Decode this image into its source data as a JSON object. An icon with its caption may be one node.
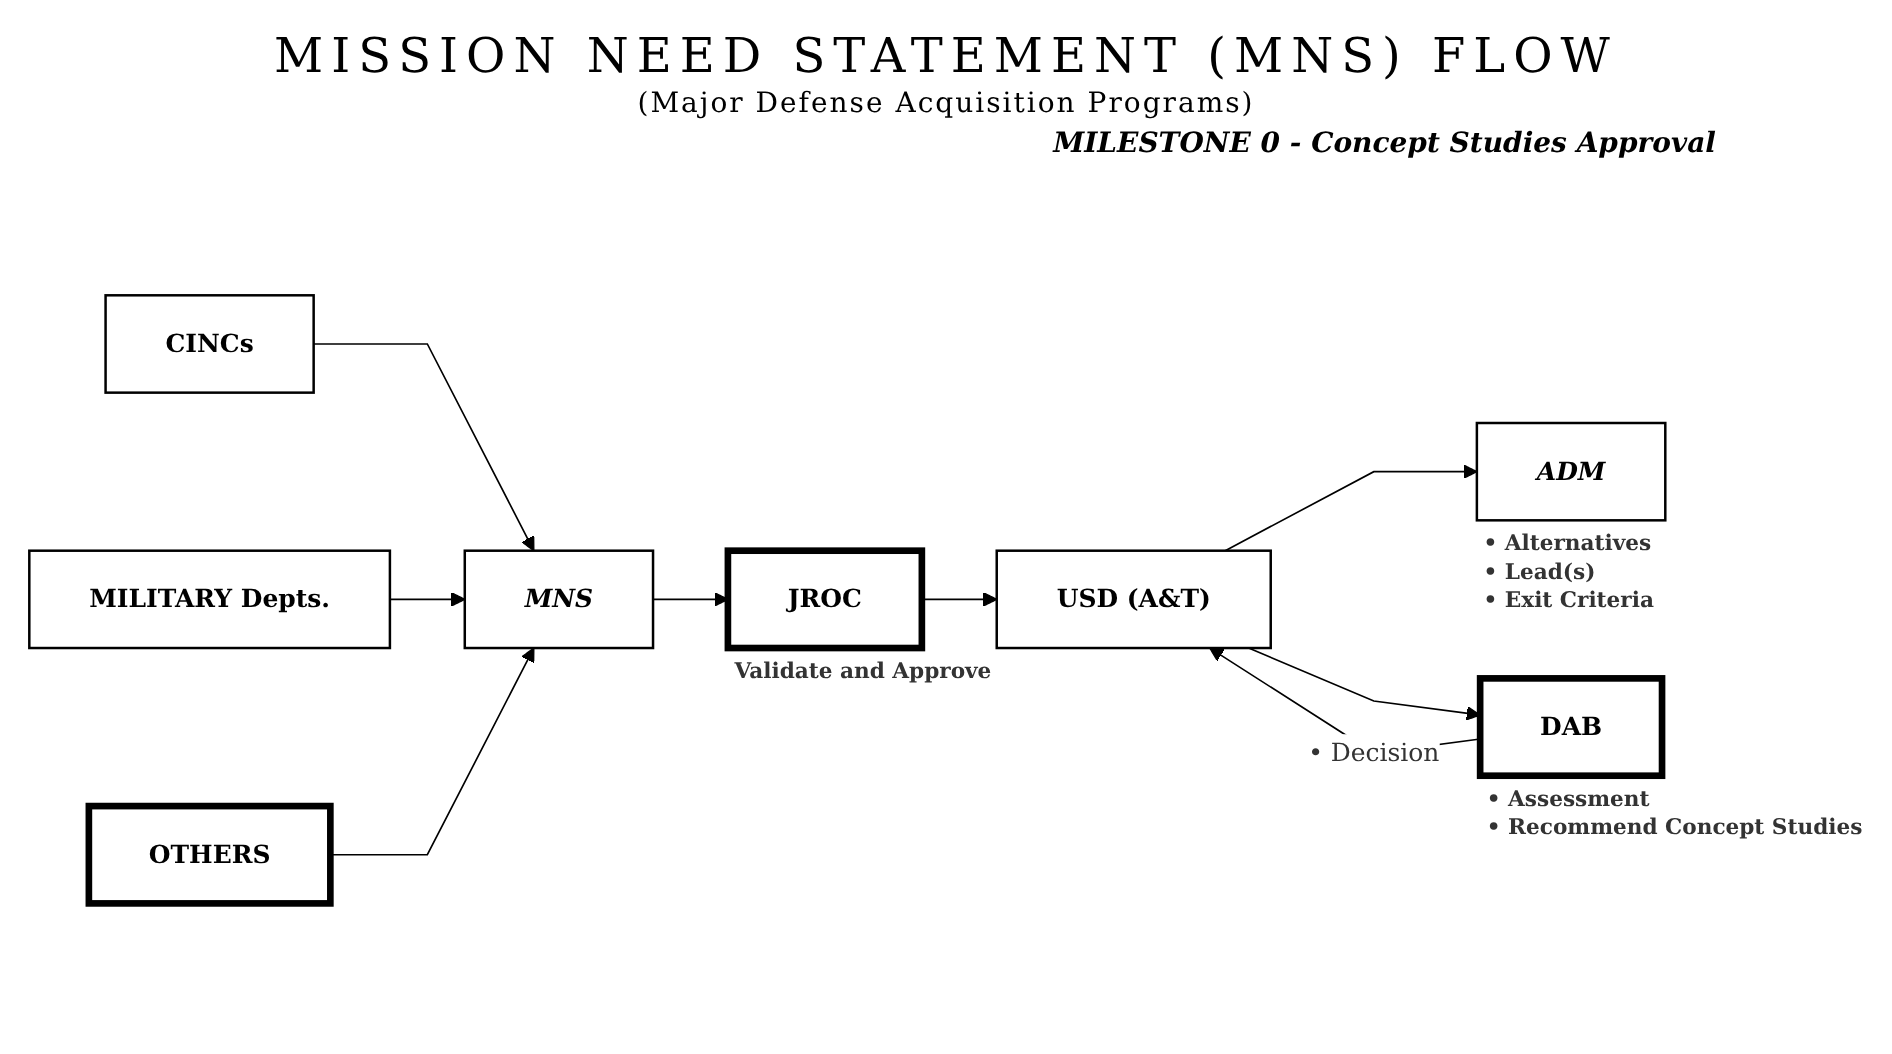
{
  "diagram": {
    "title": "MISSION NEED STATEMENT (MNS) FLOW",
    "caption": "(Major Defense Acquisition Programs)",
    "nodes": [
      {
        "text": [
          "CINCs"
        ]
      },
      {
        "text": [
          "MILITARY Depts."
        ]
      },
      {
        "text": [
          "OTHERS"
        ]
      },
      {
        "text": [
          "MNS"
        ]
      },
      {
        "text": [
          "JROC"
        ],
        "beside": [
          "Validate and Approve"
        ]
      },
      {
        "text": [
          "USD (A&T)"
        ]
      },
      {
        "text": [
          "ADM"
        ],
        "beside": [
          "• Alternatives",
          "• Lead(s)",
          "• Exit Criteria"
        ]
      },
      {
        "text": [
          "DAB"
        ],
        "beside": [
          "• Assessment",
          "• Recommend Concept Studies"
        ]
      }
    ],
    "edges": [
      {
        "from": 0,
        "to": 3,
        "arrow": "to"
      },
      {
        "from": 1,
        "to": 3,
        "arrow": "to"
      },
      {
        "from": 2,
        "to": 3,
        "arrow": "to"
      },
      {
        "from": 3,
        "to": 4,
        "arrow": "to"
      },
      {
        "from": 4,
        "to": 5,
        "arrow": "to"
      },
      {
        "from": 5,
        "to": 6,
        "arrow": "to"
      },
      {
        "from": 5,
        "to": 7,
        "arrow": "to"
      },
      {
        "from": 7,
        "to": 5,
        "label": "• Decision",
        "arrow": "to"
      }
    ],
    "labels": [
      "MILESTONE 0 - Concept Studies Approval"
    ]
  }
}
